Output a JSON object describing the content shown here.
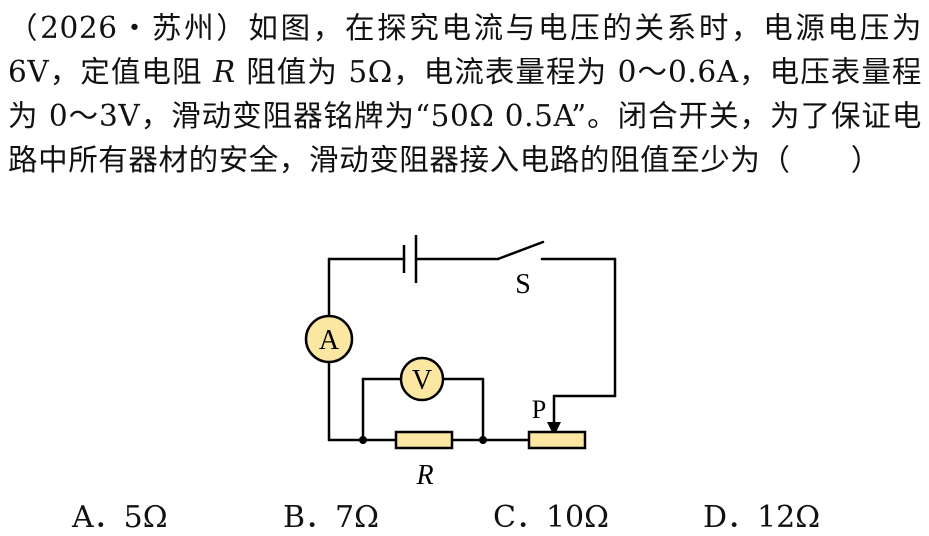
{
  "question": {
    "part1": "（2026・苏州）如图，在探究电流与电压的关系时，电源电压为 6V，定值电阻 ",
    "r_symbol": "R",
    "part2": " 阻值为 5Ω，电流表量程为 0～0.6A，电压表量程为 0～3V，滑动变阻器铭牌为“50Ω  0.5A”。闭合开关，为了保证电路中所有器材的安全，滑动变阻器接入电路的阻值至少为（　　）"
  },
  "circuit": {
    "ammeter_label": "A",
    "voltmeter_label": "V",
    "switch_label": "S",
    "slider_label": "P",
    "resistor_label": "R",
    "meter_fill_color": "#fbe7a1"
  },
  "options": [
    {
      "letter": "A．",
      "value": "5Ω"
    },
    {
      "letter": "B．",
      "value": "7Ω"
    },
    {
      "letter": "C．",
      "value": "10Ω"
    },
    {
      "letter": "D．",
      "value": "12Ω"
    }
  ]
}
